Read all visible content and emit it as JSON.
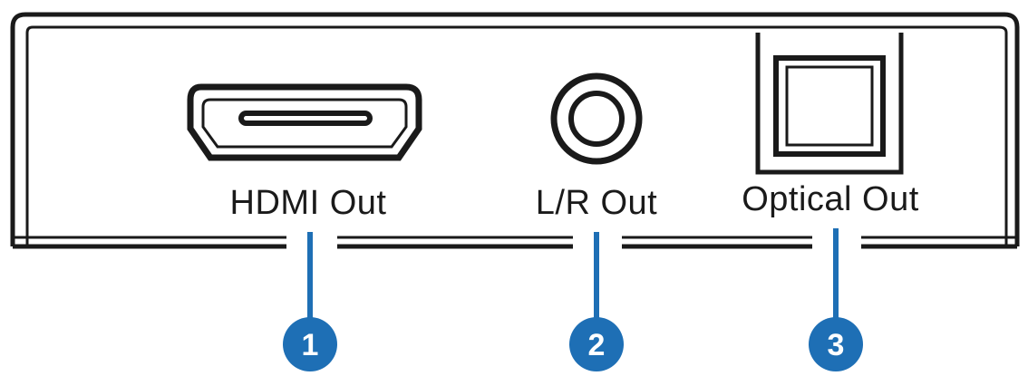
{
  "ports": [
    {
      "number": "1",
      "label": "HDMI Out"
    },
    {
      "number": "2",
      "label": "L/R Out"
    },
    {
      "number": "3",
      "label": "Optical Out"
    }
  ],
  "colors": {
    "outline": "#1a1a1a",
    "callout": "#1e6fb5",
    "background": "#ffffff"
  }
}
